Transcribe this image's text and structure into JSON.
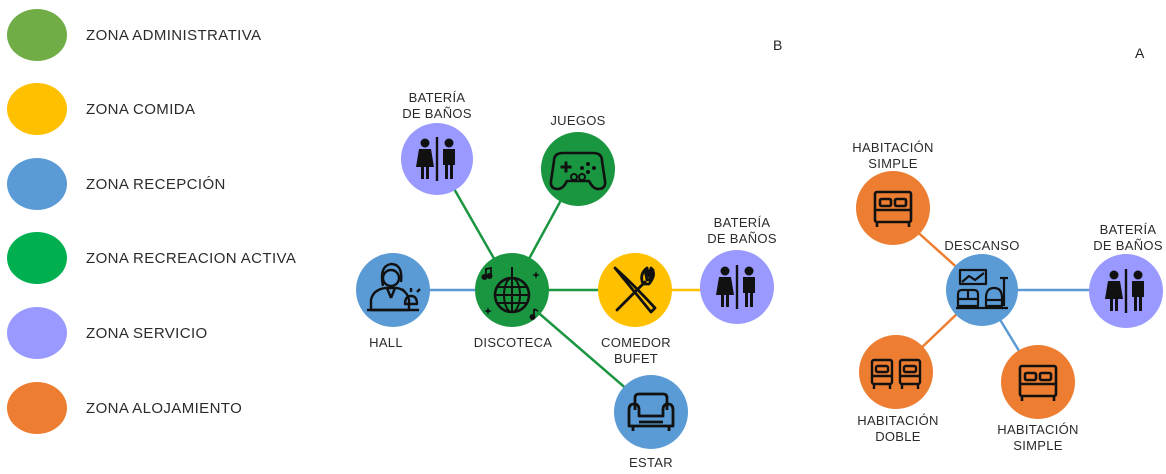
{
  "colors": {
    "administrativa": "#70ad47",
    "comida": "#ffc000",
    "recepcion": "#5b9bd5",
    "recreacion": "#00b050",
    "recreacion_dark": "#1a9641",
    "servicio": "#9999ff",
    "alojamiento": "#ed7d31"
  },
  "legend": [
    {
      "label": "ZONA ADMINISTRATIVA",
      "color": "#70ad47"
    },
    {
      "label": "ZONA COMIDA",
      "color": "#ffc000"
    },
    {
      "label": "ZONA RECEPCIÓN",
      "color": "#5b9bd5"
    },
    {
      "label": "ZONA RECREACION ACTIVA",
      "color": "#00b050"
    },
    {
      "label": "ZONA SERVICIO",
      "color": "#9999ff"
    },
    {
      "label": "ZONA ALOJAMIENTO",
      "color": "#ed7d31"
    }
  ],
  "diagram_b": {
    "section_label": "B",
    "nodes": {
      "baterias_1": {
        "label_1": "BATERÍA",
        "label_2": "DE BAÑOS",
        "icon": "restroom-icon"
      },
      "juegos": {
        "label_1": "JUEGOS",
        "icon": "gamepad-icon"
      },
      "baterias_2": {
        "label_1": "BATERÍA",
        "label_2": "DE BAÑOS",
        "icon": "restroom-icon"
      },
      "hall": {
        "label_1": "HALL",
        "icon": "receptionist-icon"
      },
      "discoteca": {
        "label_1": "DISCOTECA",
        "icon": "disco-ball-icon"
      },
      "comedor": {
        "label_1": "COMEDOR",
        "label_2": "BUFET",
        "icon": "cutlery-icon"
      },
      "estar": {
        "label_1": "ESTAR",
        "icon": "armchair-icon"
      }
    }
  },
  "diagram_a": {
    "section_label": "A",
    "nodes": {
      "hab_simple_1": {
        "label_1": "HABITACIÓN",
        "label_2": "SIMPLE",
        "icon": "bed-icon"
      },
      "descanso": {
        "label_1": "DESCANSO",
        "icon": "living-room-icon"
      },
      "baterias": {
        "label_1": "BATERÍA",
        "label_2": "DE BAÑOS",
        "icon": "restroom-icon"
      },
      "hab_doble": {
        "label_1": "HABITACIÓN",
        "label_2": "DOBLE",
        "icon": "twin-beds-icon"
      },
      "hab_simple_2": {
        "label_1": "HABITACIÓN",
        "label_2": "SIMPLE",
        "icon": "bed-icon"
      }
    }
  }
}
